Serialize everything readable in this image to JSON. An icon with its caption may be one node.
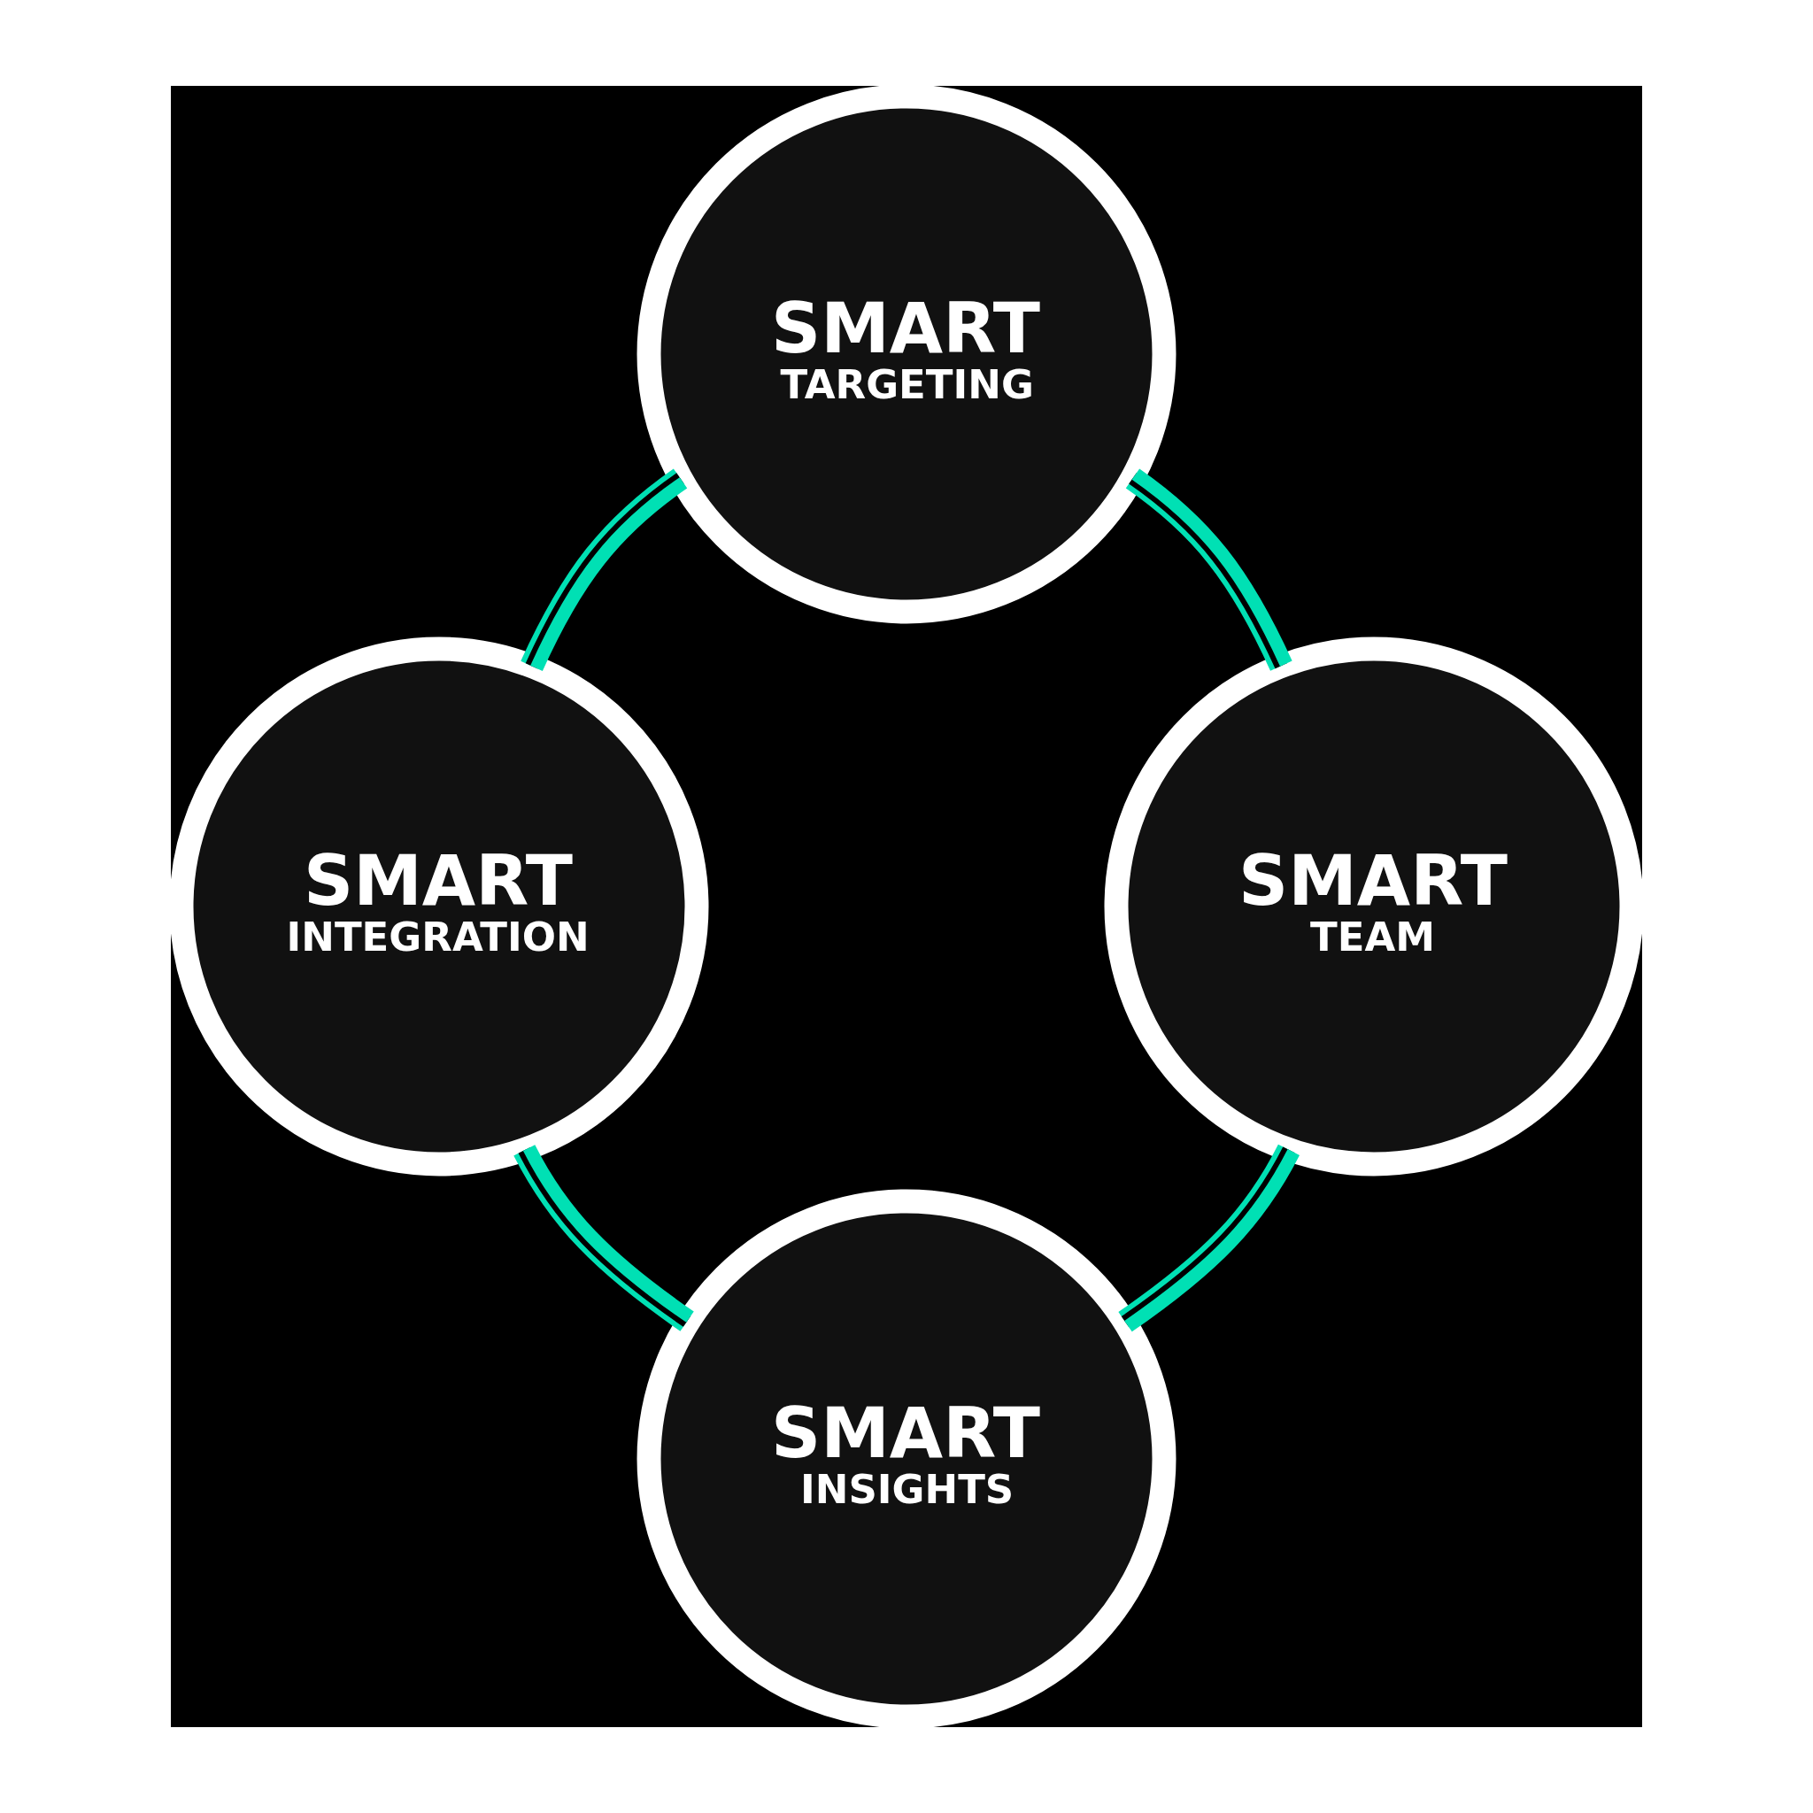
{
  "diagram": {
    "nodes": [
      {
        "text": [
          "SMART",
          "TARGETING"
        ]
      },
      {
        "text": [
          "SMART",
          "INTEGRATION"
        ]
      },
      {
        "text": [
          "SMART",
          "TEAM"
        ]
      },
      {
        "text": [
          "SMART",
          "INSIGHTS"
        ]
      }
    ],
    "edges": [
      {
        "from": 0,
        "to": 2,
        "arrow": "none"
      },
      {
        "from": 2,
        "to": 3,
        "arrow": "none"
      },
      {
        "from": 3,
        "to": 1,
        "arrow": "none"
      },
      {
        "from": 1,
        "to": 0,
        "arrow": "none"
      }
    ]
  }
}
